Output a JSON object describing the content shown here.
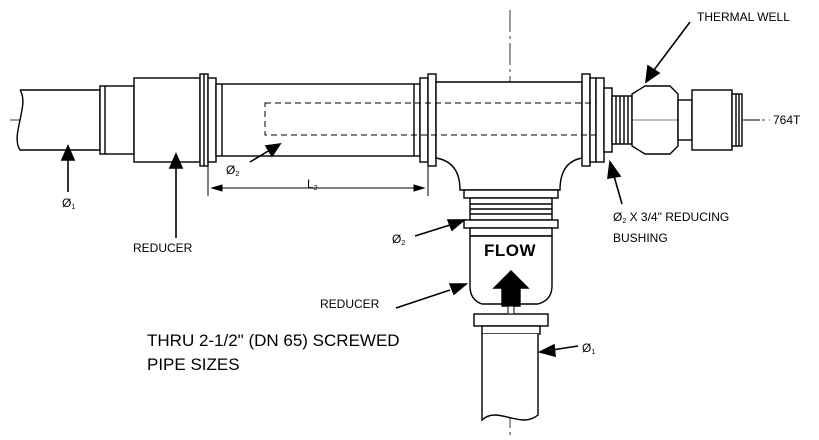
{
  "labels": {
    "thermal_well": "THERMAL WELL",
    "model": "764T",
    "dia1_left_symbol": "Ø",
    "dia1_left_sub": "1",
    "reducer_left": "REDUCER",
    "dia2_mid_symbol": "Ø",
    "dia2_mid_sub": "2",
    "length_symbol": "L",
    "length_sub": "2",
    "dia2_branch_symbol": "Ø",
    "dia2_branch_sub": "2",
    "bushing_symbol": "Ø",
    "bushing_sub": "2",
    "bushing_line1": " X 3/4\" REDUCING",
    "bushing_line2": "BUSHING",
    "flow": "FLOW",
    "reducer_bottom": "REDUCER",
    "dia1_bottom_symbol": "Ø",
    "dia1_bottom_sub": "1",
    "note_line1": "THRU 2-1/2\" (DN 65) SCREWED",
    "note_line2": "PIPE SIZES"
  },
  "colors": {
    "line": "#000000",
    "background": "#ffffff"
  }
}
